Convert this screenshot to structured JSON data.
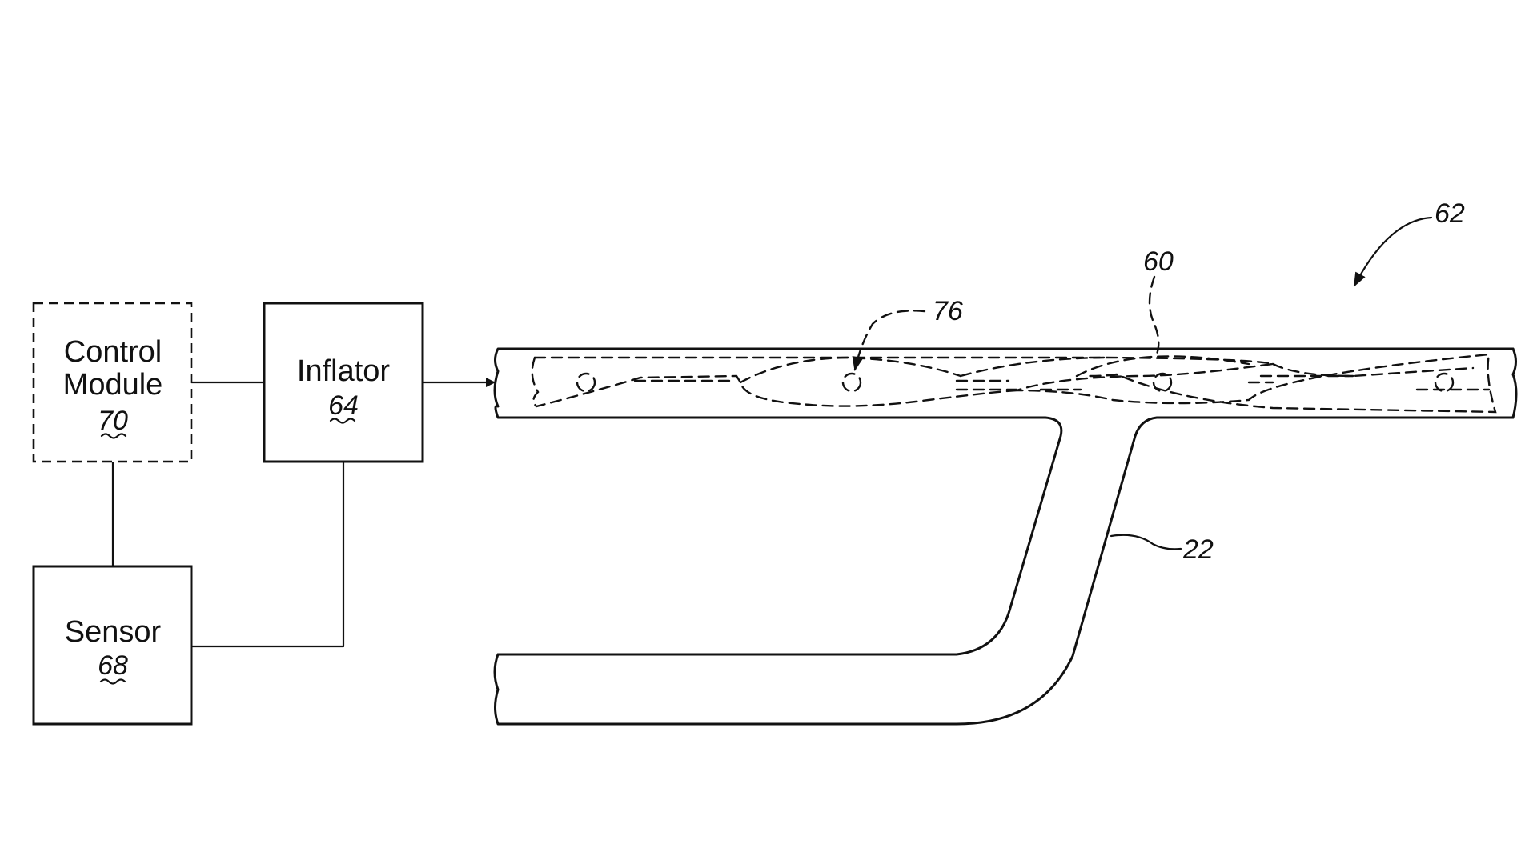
{
  "diagram": {
    "blocks": {
      "control_module": {
        "line1": "Control",
        "line2": "Module",
        "ref": "70"
      },
      "inflator": {
        "line1": "Inflator",
        "ref": "64"
      },
      "sensor": {
        "line1": "Sensor",
        "ref": "68"
      }
    },
    "reference_numerals": {
      "airbag_assembly": "62",
      "airbag": "60",
      "vent": "76",
      "vehicle_pillar": "22"
    }
  }
}
